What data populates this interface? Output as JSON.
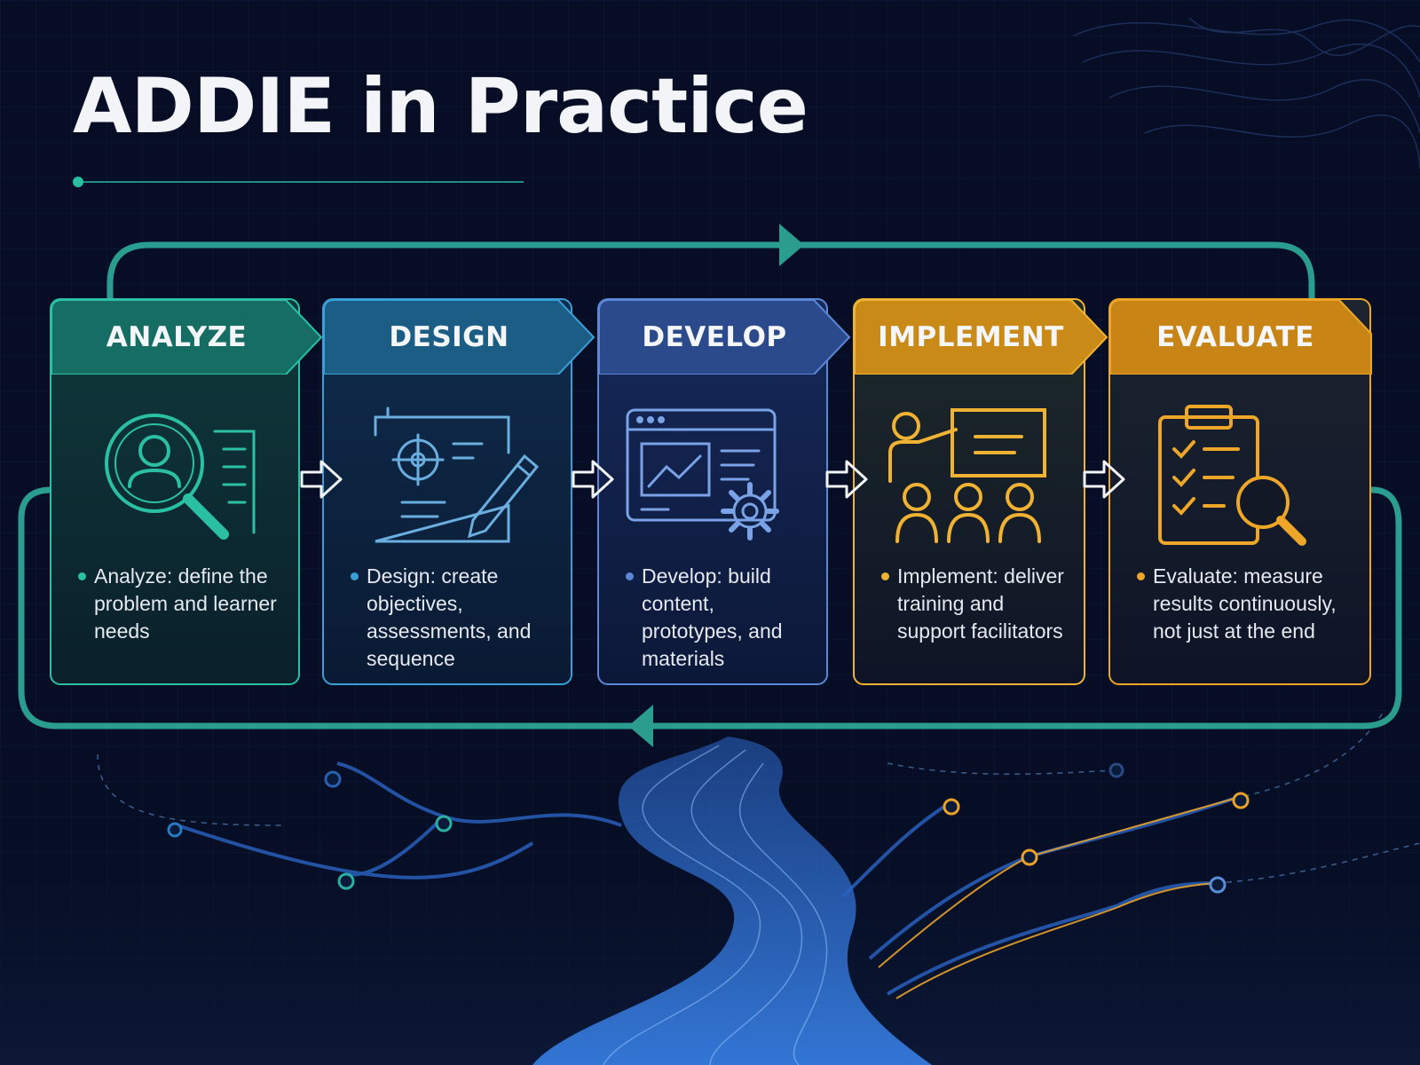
{
  "title": "ADDIE in Practice",
  "phases": [
    {
      "label": "ANALYZE",
      "icon": "magnifier-person-icon",
      "text": "Analyze: define the problem and learner needs",
      "color": "#2bbfa4",
      "tab": "#166d63"
    },
    {
      "label": "DESIGN",
      "icon": "blueprint-pencil-icon",
      "text": "Design: create objectives, assessments, and sequence",
      "color": "#3a9fd8",
      "tab": "#1c5d86"
    },
    {
      "label": "DEVELOP",
      "icon": "screen-gear-icon",
      "text": "Develop: build content, prototypes, and materials",
      "color": "#5a87d6",
      "tab": "#2a4a8c"
    },
    {
      "label": "IMPLEMENT",
      "icon": "presenter-audience-icon",
      "text": "Implement: deliver training and support facilitators",
      "color": "#f0b232",
      "tab": "#c98a18"
    },
    {
      "label": "EVALUATE",
      "icon": "clipboard-magnifier-icon",
      "text": "Evaluate: measure results continuously, not just at the end",
      "color": "#eea628",
      "tab": "#c88516"
    }
  ],
  "colors": {
    "loop": "#2a9d8f",
    "background": "#060d24",
    "river": "#3f7fe0"
  }
}
